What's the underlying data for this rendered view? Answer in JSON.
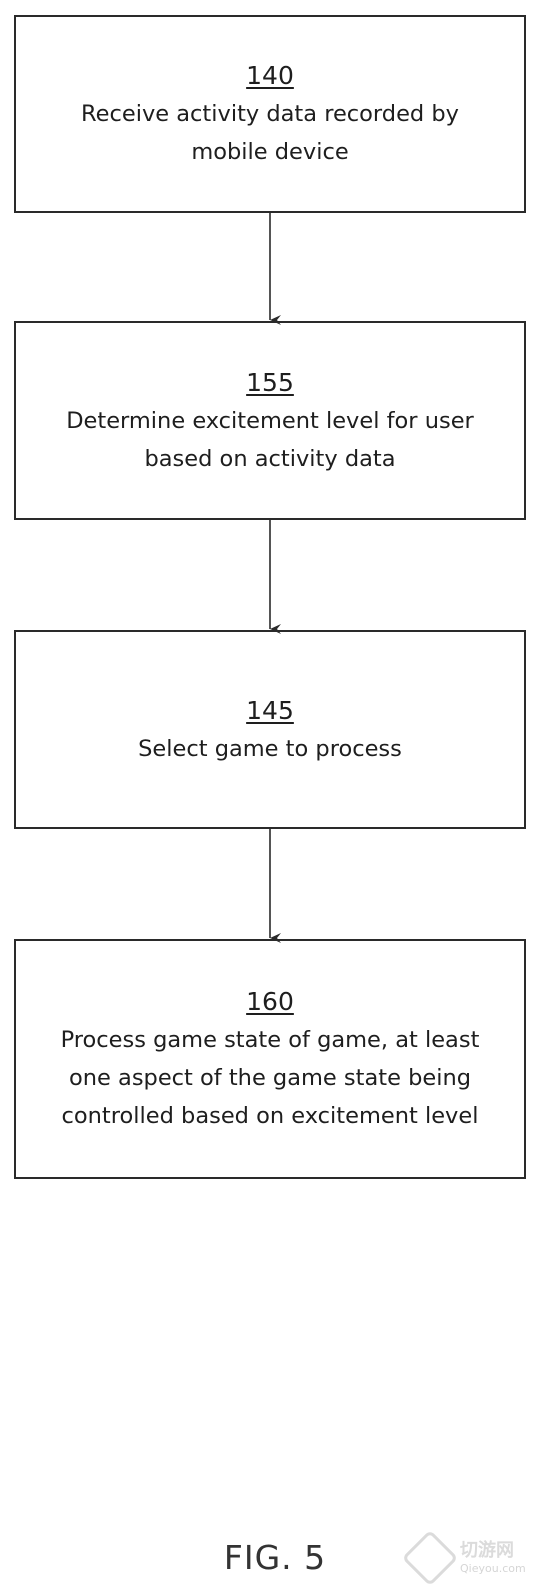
{
  "steps": [
    {
      "id": "140",
      "number": "140",
      "text_lines": [
        "Receive activity data recorded by",
        "mobile device"
      ]
    },
    {
      "id": "155",
      "number": "155",
      "text_lines": [
        "Determine excitement level for user",
        "based on activity data"
      ]
    },
    {
      "id": "145",
      "number": "145",
      "text_lines": [
        "Select game to process"
      ]
    },
    {
      "id": "160",
      "number": "160",
      "text_lines": [
        "Process game state of game, at least",
        "one aspect of the game state being",
        "controlled based on excitement level"
      ]
    }
  ],
  "figure_label": "FIG. 5",
  "watermark": {
    "name": "切游网",
    "url": "Qieyou.com"
  },
  "colors": {
    "line": "#2a2a2a",
    "background": "#ffffff"
  }
}
